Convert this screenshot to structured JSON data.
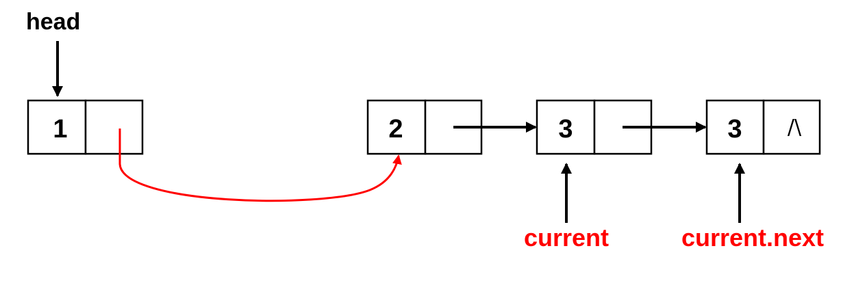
{
  "head_label": "head",
  "nodes": [
    {
      "value": "1",
      "next": ""
    },
    {
      "value": "2",
      "next": ""
    },
    {
      "value": "3",
      "next": ""
    },
    {
      "value": "3",
      "next": "/\\"
    }
  ],
  "pointers": {
    "current": "current",
    "current_next": "current.next"
  },
  "colors": {
    "ink": "#000000",
    "highlight": "#ff0000"
  }
}
